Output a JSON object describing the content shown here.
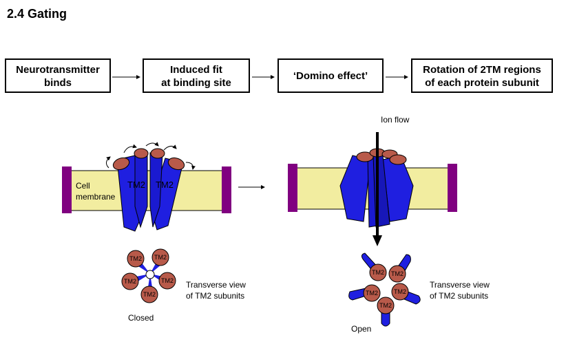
{
  "title": "2.4  Gating",
  "flow_steps": [
    {
      "line1": "Neurotransmitter",
      "line2": "binds"
    },
    {
      "line1": "Induced fit",
      "line2": "at binding site"
    },
    {
      "line1": "‘Domino effect’",
      "line2": ""
    },
    {
      "line1": "Rotation of 2TM regions",
      "line2": "of each protein subunit"
    }
  ],
  "closed_panel": {
    "membrane_label_line1": "Cell",
    "membrane_label_line2": "membrane",
    "helix_label_left": "TM2",
    "helix_label_right": "TM2",
    "subunit_labels": [
      "TM2",
      "TM2",
      "TM2",
      "TM2",
      "TM2"
    ],
    "view_label_line1": "Transverse view",
    "view_label_line2": "of TM2 subunits",
    "state_label": "Closed"
  },
  "open_panel": {
    "ion_flow_label": "Ion flow",
    "subunit_labels": [
      "TM2",
      "TM2",
      "TM2",
      "TM2",
      "TM2"
    ],
    "view_label_line1": "Transverse view",
    "view_label_line2": "of TM2 subunits",
    "state_label": "Open"
  },
  "colors": {
    "helix_blue": "#1f1fe0",
    "helix_tip": "#b85a4a",
    "membrane": "#f2eda0",
    "membrane_edge": "#800080",
    "arrow": "#000000"
  }
}
